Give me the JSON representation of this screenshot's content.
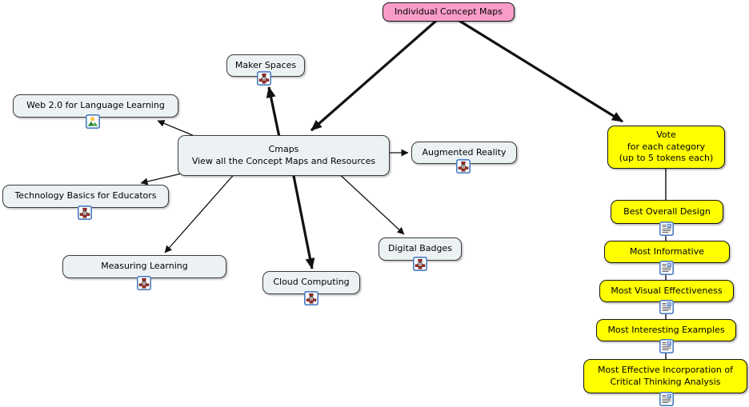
{
  "diagram": {
    "type": "concept-map",
    "background": "#FFFFFF"
  },
  "colors": {
    "pink_node": "#FA9CC9",
    "yellow_node": "#FFFF00",
    "plain_node": "#ECF2F4",
    "node_border": "#141414",
    "connection_line": "#111111",
    "icon_frame_blue": "#4A7CC2"
  },
  "nodes": [
    {
      "id": "individual-concept-maps",
      "label": "Individual Concept Maps",
      "style": "pink",
      "icon": null
    },
    {
      "id": "maker-spaces",
      "label": "Maker Spaces",
      "style": "plain",
      "icon": "concept-map-icon"
    },
    {
      "id": "web-20-for-language-learning",
      "label": "Web 2.0 for Language Learning",
      "style": "plain",
      "icon": "image-icon"
    },
    {
      "id": "cmaps",
      "label": "Cmaps\nView all the Concept Maps and Resources",
      "style": "plain",
      "icon": null
    },
    {
      "id": "augmented-reality",
      "label": "Augmented Reality",
      "style": "plain",
      "icon": "concept-map-icon"
    },
    {
      "id": "technology-basics-for-educators",
      "label": "Technology Basics for Educators",
      "style": "plain",
      "icon": "concept-map-icon"
    },
    {
      "id": "measuring-learning",
      "label": "Measuring Learning",
      "style": "plain",
      "icon": "concept-map-icon"
    },
    {
      "id": "cloud-computing",
      "label": "Cloud Computing",
      "style": "plain",
      "icon": "concept-map-icon"
    },
    {
      "id": "digital-badges",
      "label": "Digital Badges",
      "style": "plain",
      "icon": "concept-map-icon"
    },
    {
      "id": "vote",
      "label": "Vote\nfor each category\n(up to 5 tokens each)",
      "style": "yellow",
      "icon": null
    },
    {
      "id": "best-overall-design",
      "label": "Best Overall Design",
      "style": "yellow",
      "icon": "document-icon"
    },
    {
      "id": "most-informative",
      "label": "Most Informative",
      "style": "yellow",
      "icon": "document-icon"
    },
    {
      "id": "most-visual-effectiveness",
      "label": "Most Visual Effectiveness",
      "style": "yellow",
      "icon": "document-icon"
    },
    {
      "id": "most-interesting-examples",
      "label": "Most Interesting Examples",
      "style": "yellow",
      "icon": "document-icon"
    },
    {
      "id": "most-effective-incorporation",
      "label": "Most Effective Incorporation of\nCritical Thinking Analysis",
      "style": "yellow",
      "icon": "document-icon"
    }
  ],
  "connections": [
    {
      "from": "Individual Concept Maps",
      "to": "Cmaps",
      "style": "bold-arrow"
    },
    {
      "from": "Individual Concept Maps",
      "to": "Vote",
      "style": "bold-arrow"
    },
    {
      "from": "Cmaps",
      "to": "Maker Spaces",
      "style": "bold-arrow"
    },
    {
      "from": "Cmaps",
      "to": "Cloud Computing",
      "style": "bold-arrow"
    },
    {
      "from": "Cmaps",
      "to": "Web 2.0 for Language Learning",
      "style": "thin-arrow"
    },
    {
      "from": "Cmaps",
      "to": "Technology Basics for Educators",
      "style": "thin-arrow"
    },
    {
      "from": "Cmaps",
      "to": "Measuring Learning",
      "style": "thin-arrow"
    },
    {
      "from": "Cmaps",
      "to": "Digital Badges",
      "style": "thin-arrow"
    },
    {
      "from": "Cmaps",
      "to": "Augmented Reality",
      "style": "thin-arrow"
    },
    {
      "from": "Vote",
      "to": "Best Overall Design",
      "style": "plain-line"
    },
    {
      "from": "Best Overall Design",
      "to": "Most Informative",
      "style": "plain-line"
    },
    {
      "from": "Most Informative",
      "to": "Most Visual Effectiveness",
      "style": "plain-line"
    },
    {
      "from": "Most Visual Effectiveness",
      "to": "Most Interesting Examples",
      "style": "plain-line"
    },
    {
      "from": "Most Interesting Examples",
      "to": "Most Effective Incorporation of Critical Thinking Analysis",
      "style": "plain-line"
    }
  ]
}
